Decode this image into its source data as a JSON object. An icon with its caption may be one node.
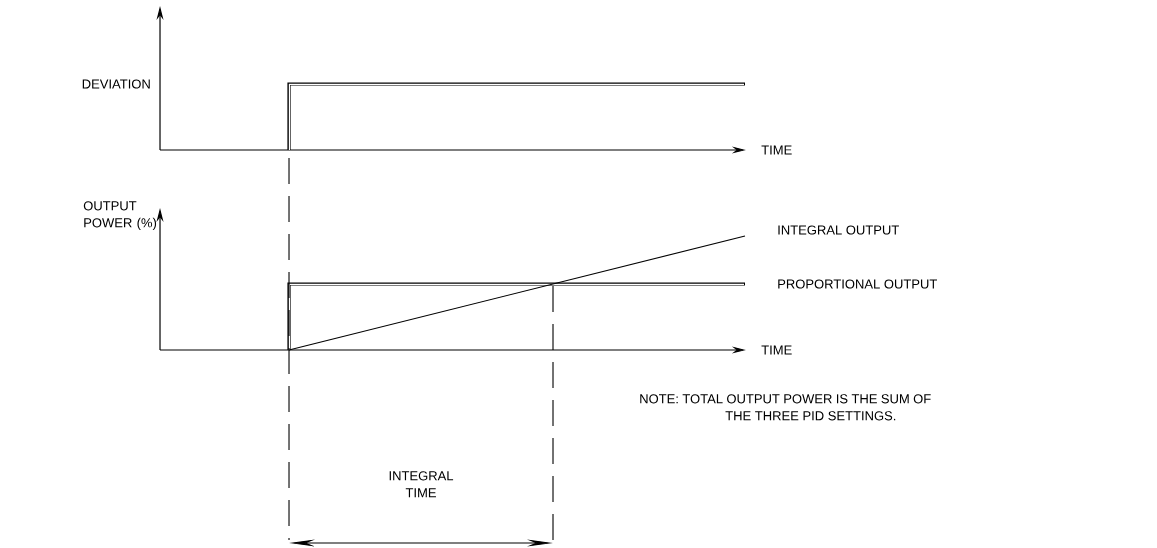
{
  "diagram": {
    "labels": [
      "DEVIATION",
      "TIME",
      "OUTPUT POWER (%)",
      "INTEGRAL OUTPUT",
      "PROPORTIONAL OUTPUT",
      "TIME",
      "NOTE: TOTAL OUTPUT POWER IS THE SUM OF THE THREE PID SETTINGS.",
      "INTEGRAL TIME"
    ]
  }
}
